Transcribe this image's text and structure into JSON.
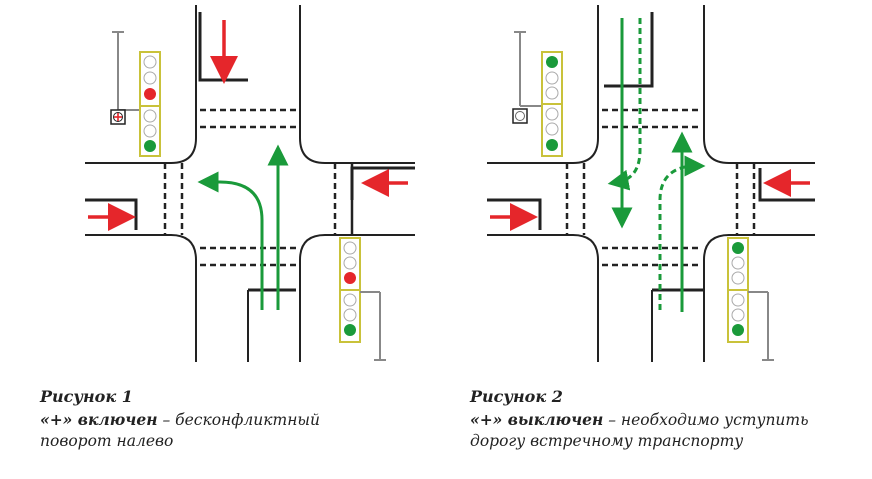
{
  "figures": [
    {
      "id": "fig1",
      "title": "Рисунок 1",
      "status_bold": "«+» включен",
      "dash": " – ",
      "description_line1_rest": "бесконфликтный",
      "description_line2": "поворот налево",
      "signal_icon": "plus-icon"
    },
    {
      "id": "fig2",
      "title": "Рисунок 2",
      "status_bold": "«+» выключен",
      "dash": " – ",
      "description_line1_rest": "необходимо уступить",
      "description_line2": "дорогу встречному транспорту",
      "signal_icon": "circle-icon"
    }
  ],
  "colors": {
    "road_edge": "#222222",
    "lane_dash": "#222222",
    "red_arrow": "#e5262b",
    "green_arrow": "#1a9a3a",
    "light_red": "#e5262b",
    "light_green": "#1a9a3a",
    "light_off": "#ffffff",
    "light_frame": "#c9c23a",
    "pole": "#888888"
  }
}
